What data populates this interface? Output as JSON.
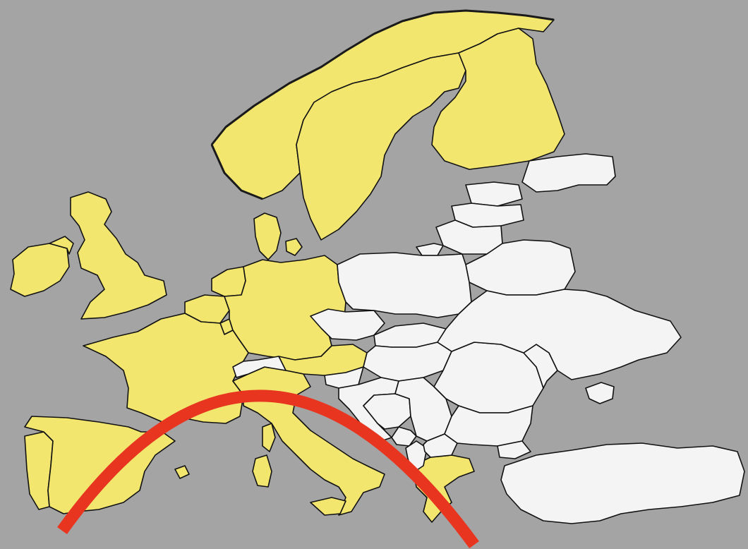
{
  "map": {
    "colors": {
      "background": "#a4a4a5",
      "highlighted": "#f2e66e",
      "other": "#f4f4f4",
      "border": "#111111",
      "arc": "#e8351f"
    },
    "highlighted_countries": [
      "norway",
      "sweden",
      "finland",
      "denmark",
      "ireland",
      "united-kingdom",
      "netherlands",
      "belgium",
      "luxembourg",
      "germany",
      "austria",
      "france",
      "portugal",
      "spain",
      "italy",
      "sardinia",
      "corsica",
      "sicily",
      "greece"
    ],
    "other_countries": [
      "russia-north",
      "estonia",
      "latvia",
      "lithuania",
      "kaliningrad",
      "belarus",
      "poland",
      "czechia",
      "slovakia",
      "hungary",
      "switzerland",
      "slovenia",
      "croatia",
      "bosnia",
      "serbia",
      "montenegro",
      "albania",
      "north-macedonia",
      "romania",
      "moldova",
      "ukraine",
      "bulgaria",
      "crimea",
      "turkey"
    ],
    "features": [
      "red-arc"
    ]
  }
}
